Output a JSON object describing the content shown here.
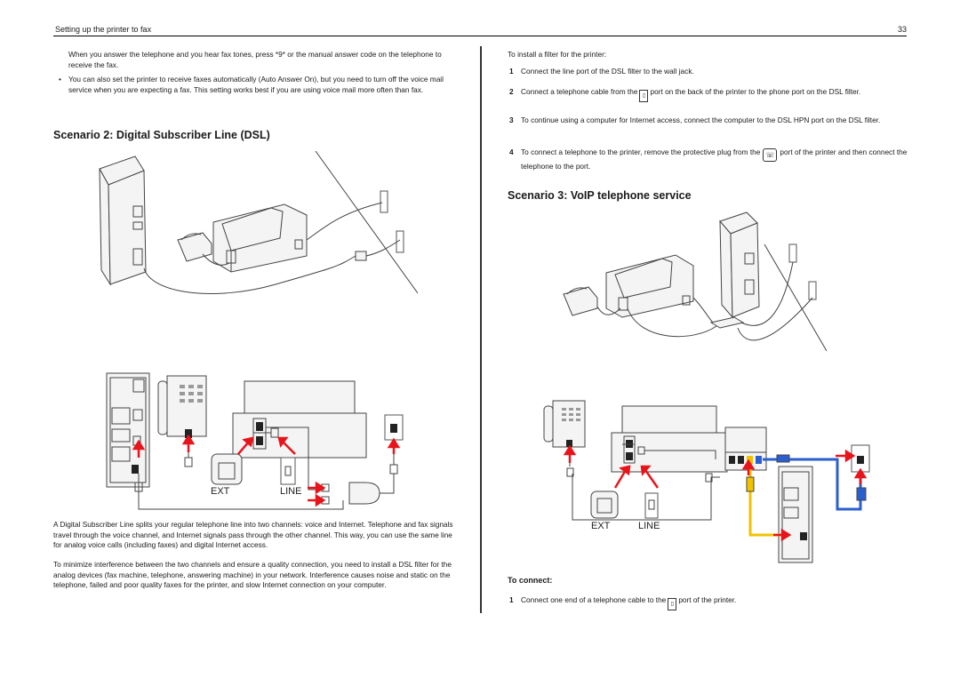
{
  "header": {
    "section": "Setting up the printer to fax",
    "page_number": "33"
  },
  "left": {
    "bullet1_cont": "When you answer the telephone and you hear fax tones, press *9* or the manual answer code on the telephone to receive the fax.",
    "bullet2": "You can also set the printer to receive faxes automatically (Auto Answer On), but you need to turn off the voice mail service when you are expecting a fax. This setting works best if you are using voice mail more often than fax.",
    "heading": "Scenario 2: Digital Subscriber Line (DSL)",
    "para1": "A Digital Subscriber Line splits your regular telephone line into two channels: voice and Internet. Telephone and fax signals travel through the voice channel, and Internet signals pass through the other channel. This way, you can use the same line for analog voice calls (including faxes) and digital Internet access.",
    "para2": "To minimize interference between the two channels and ensure a quality connection, you need to install a DSL filter for the analog devices (fax machine, telephone, answering machine) in your network. Interference causes noise and static on the telephone, failed and poor quality faxes for the printer, and slow Internet connection on your computer.",
    "diagram_labels": {
      "ext": "EXT",
      "line": "LINE"
    }
  },
  "right": {
    "intro": "To install a filter for the printer:",
    "steps": [
      {
        "num": "1",
        "text": "Connect the line port of the DSL filter to the wall jack."
      },
      {
        "num": "2",
        "text_a": "Connect a telephone cable from the",
        "text_b": "port on the back of the printer to the phone port on the DSL filter."
      },
      {
        "num": "3",
        "text": "To continue using a computer for Internet access, connect the computer to the DSL HPN port on the DSL filter."
      },
      {
        "num": "4",
        "text_a": "To connect a telephone to the printer, remove the protective plug from the",
        "text_b": "port of the printer and then connect the telephone to the port."
      }
    ],
    "heading": "Scenario 3: VoIP telephone service",
    "to_connect": "To connect:",
    "connect_step": {
      "num": "1",
      "text_a": "Connect one end of a telephone cable to the",
      "text_b": "port of the printer."
    },
    "diagram_labels": {
      "ext": "EXT",
      "line": "LINE"
    }
  },
  "colors": {
    "arrow_red": "#e8141b",
    "cable_yellow": "#f2c200",
    "cable_blue": "#2b5fcf"
  }
}
